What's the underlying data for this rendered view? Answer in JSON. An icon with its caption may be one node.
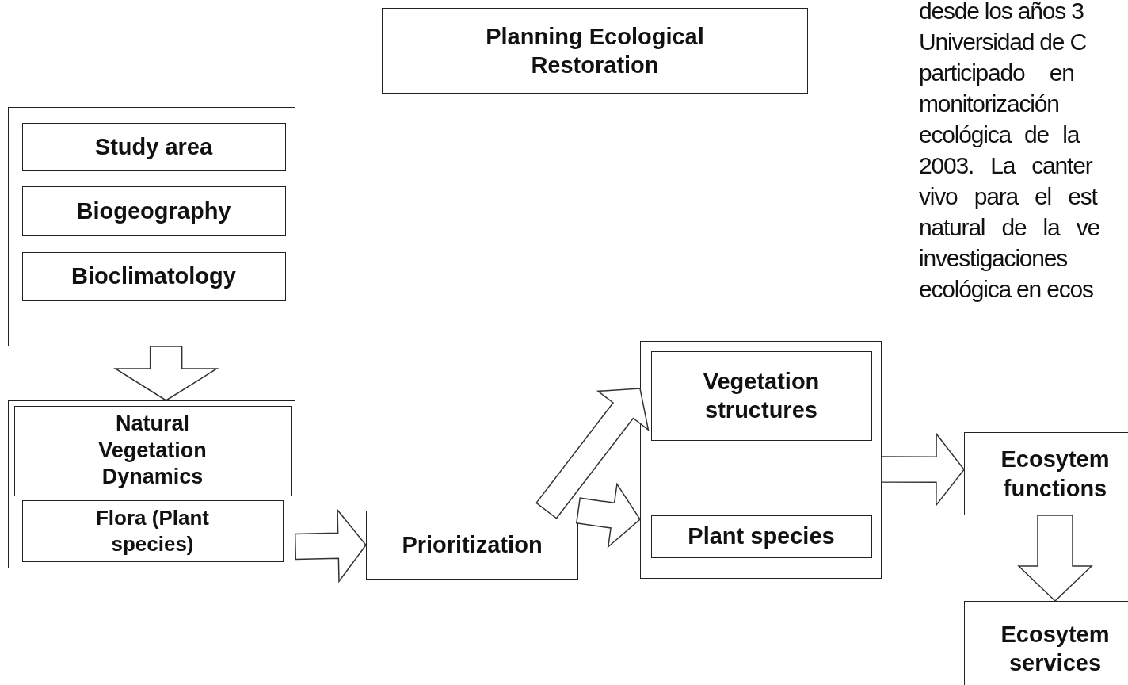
{
  "diagram": {
    "nodes": [
      {
        "text": [
          "Planning Ecological Restoration"
        ]
      },
      {
        "text": [],
        "shape": "box"
      },
      {
        "text": [
          "Study area"
        ],
        "in": 1
      },
      {
        "text": [
          "Biogeography"
        ],
        "in": 1
      },
      {
        "text": [
          "Bioclimatology"
        ],
        "in": 1
      },
      {
        "text": [],
        "shape": "box"
      },
      {
        "text": [
          "Natural Vegetation Dynamics"
        ],
        "in": 5
      },
      {
        "text": [
          "Flora (Plant species)"
        ],
        "in": 5
      },
      {
        "text": [
          "Prioritization"
        ]
      },
      {
        "text": [],
        "shape": "box"
      },
      {
        "text": [
          "Vegetation structures"
        ],
        "in": 9
      },
      {
        "text": [
          "Plant species"
        ],
        "in": 9
      },
      {
        "text": [
          "Ecosytem functions"
        ]
      },
      {
        "text": [
          "Ecosytem services"
        ]
      }
    ],
    "edges": [
      {
        "from": 1,
        "to": 5,
        "arrow": "to"
      },
      {
        "from": 5,
        "to": 8,
        "arrow": "to"
      },
      {
        "from": 8,
        "to": 9,
        "arrow": "to"
      },
      {
        "from": 8,
        "to": 9,
        "arrow": "to"
      },
      {
        "from": 9,
        "to": 12,
        "arrow": "to"
      },
      {
        "from": 12,
        "to": 13,
        "arrow": "to"
      }
    ],
    "labels": [
      "desde los años 3",
      "Universidad de C",
      "participado en",
      "monitorización",
      "ecológica de la",
      "2003. La canter",
      "vivo para el est",
      "natural de la ve",
      "investigaciones",
      "ecológica en ecos"
    ]
  }
}
